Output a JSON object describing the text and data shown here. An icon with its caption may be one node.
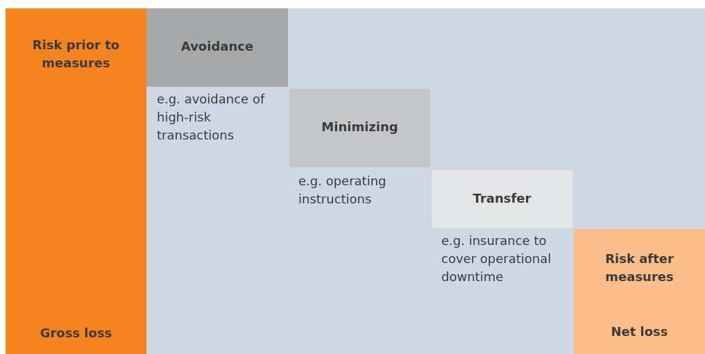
{
  "diagram": {
    "nodes": [
      {
        "text": [
          "Risk prior to measures",
          "Gross loss"
        ]
      },
      {
        "text": [
          "Avoidance"
        ],
        "beside": [
          "e.g. avoidance of high-risk transactions"
        ]
      },
      {
        "text": [
          "Minimizing"
        ],
        "beside": [
          "e.g. operating instructions"
        ]
      },
      {
        "text": [
          "Transfer"
        ],
        "beside": [
          "e.g. insurance to cover operational downtime"
        ]
      },
      {
        "text": [
          "Risk after measures",
          "Net loss"
        ]
      }
    ]
  }
}
